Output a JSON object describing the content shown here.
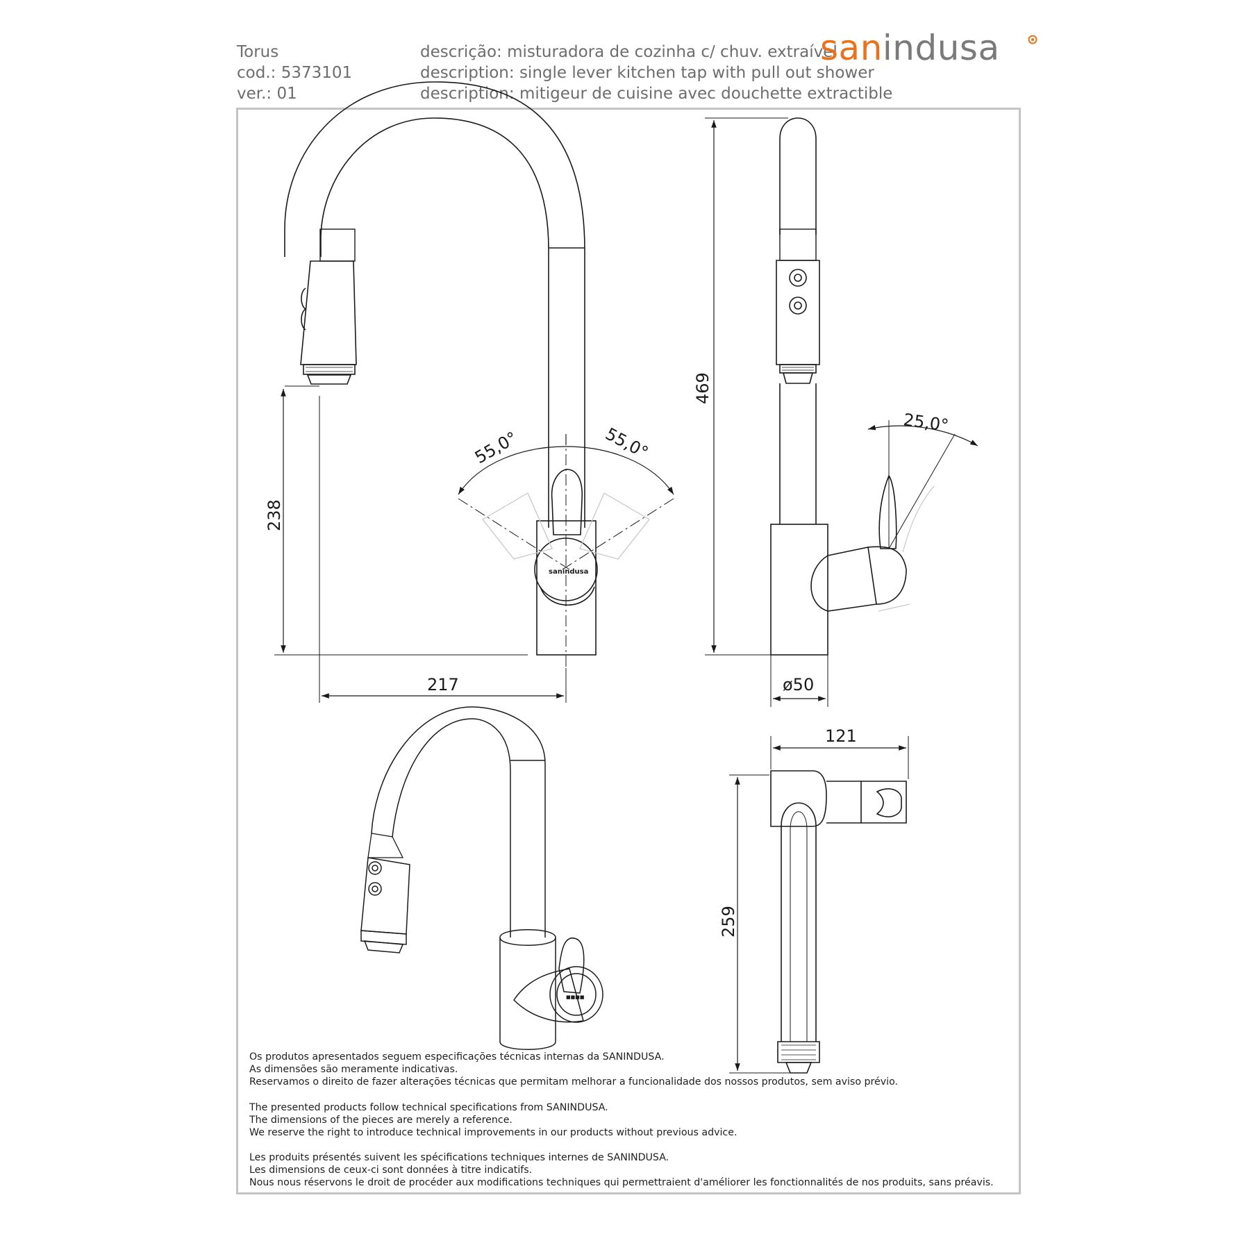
{
  "header": {
    "product_name": "Torus",
    "code": "cod.: 5373101",
    "version": "ver.: 01",
    "desc_pt": "descrição: misturadora de cozinha c/ chuv. extraível",
    "desc_en": "description: single lever kitchen tap with pull out shower",
    "desc_fr": "description: mitigeur de cuisine avec douchette extractible"
  },
  "logo": {
    "part1": "san",
    "part2": "indusa",
    "accent_color": "#e8731c",
    "gray_color": "#7a7a7a"
  },
  "drawing": {
    "front": {
      "angle_left": "55,0°",
      "angle_right": "55,0°",
      "spout_height": "238",
      "reach": "217",
      "body_mark": "sanindusa"
    },
    "side": {
      "total_height": "469",
      "lever_angle": "25,0°",
      "body_diameter": "ø50"
    },
    "top": {
      "depth": "121",
      "length": "259"
    }
  },
  "notes": {
    "pt": [
      "Os produtos apresentados seguem especificações técnicas internas da SANINDUSA.",
      "As dimensões são meramente indicativas.",
      "Reservamos o direito de fazer alterações técnicas que permitam melhorar a funcionalidade dos nossos produtos, sem aviso prévio."
    ],
    "en": [
      "The presented products follow technical specifications from SANINDUSA.",
      "The dimensions of the pieces are merely a reference.",
      "We reserve the right to introduce technical improvements in our products without previous advice."
    ],
    "fr": [
      "Les produits présentés suivent les spécifications techniques internes de SANINDUSA.",
      "Les dimensions de ceux-ci sont données à titre indicatifs.",
      "Nous nous réservons le droit de procéder aux modifications techniques qui permettraient d'améliorer les fonctionnalités de nos produits, sans préavis."
    ]
  }
}
